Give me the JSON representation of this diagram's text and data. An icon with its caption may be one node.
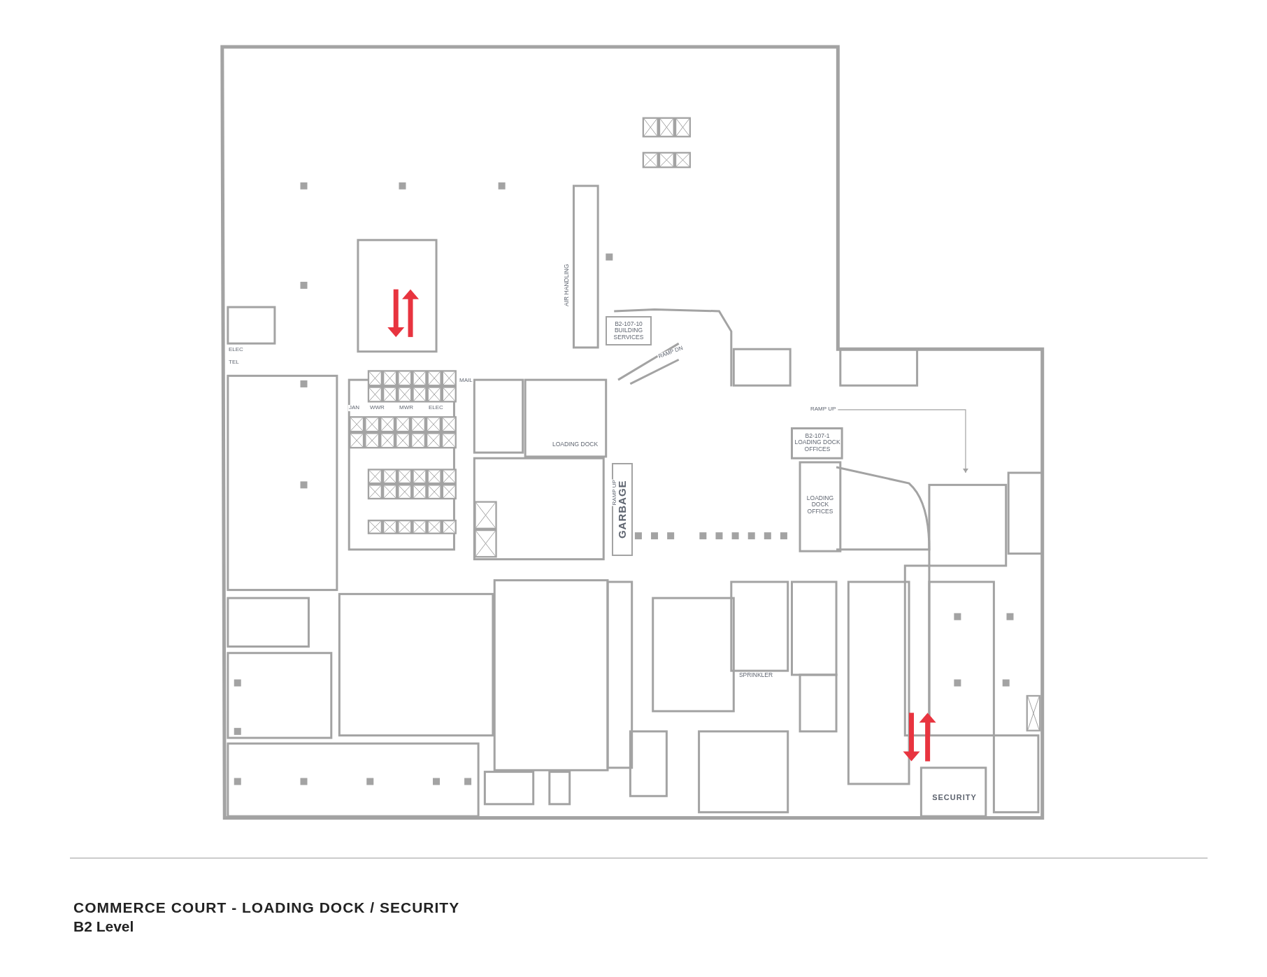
{
  "diagram": {
    "title": "COMMERCE COURT - LOADING DOCK / SECURITY",
    "caption": "B2 Level",
    "nodes": [
      {
        "text": [
          "AIR HANDLING"
        ]
      },
      {
        "text": [
          "B2-107-10 BUILDING SERVICES"
        ]
      },
      {
        "text": [
          "LOADING DOCK"
        ]
      },
      {
        "text": [
          "B2-107-1 LOADING DOCK OFFICES"
        ]
      },
      {
        "text": [
          "LOADING DOCK OFFICES"
        ]
      },
      {
        "text": [
          "GARBAGE"
        ]
      },
      {
        "text": [
          "SPRINKLER"
        ]
      },
      {
        "text": [
          "SECURITY"
        ]
      }
    ],
    "labels": [
      "ELEC",
      "TEL",
      "MAIL",
      "JAN",
      "WWR",
      "MWR",
      "ELEC",
      "RAMP DN",
      "RAMP UP",
      "RAMP UP"
    ]
  }
}
